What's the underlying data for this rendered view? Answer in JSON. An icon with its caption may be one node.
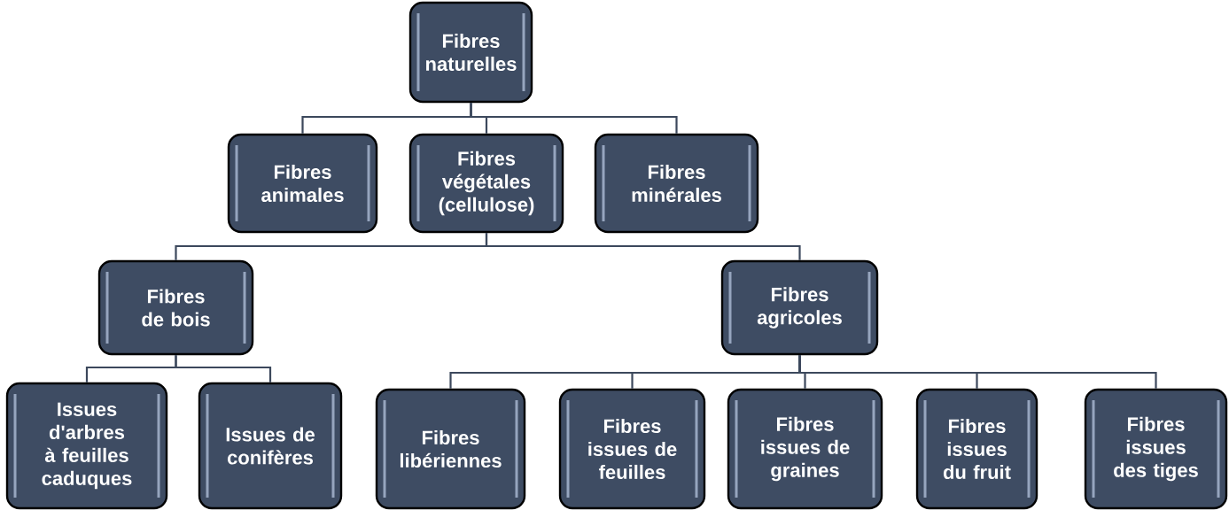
{
  "diagram": {
    "nodes": [
      {
        "text": [
          "Fibres naturelles"
        ]
      },
      {
        "text": [
          "Fibres animales"
        ]
      },
      {
        "text": [
          "Fibres végétales (cellulose)"
        ]
      },
      {
        "text": [
          "Fibres minérales"
        ]
      },
      {
        "text": [
          "Fibres de bois"
        ]
      },
      {
        "text": [
          "Fibres agricoles"
        ]
      },
      {
        "text": [
          "Issues d'arbres à feuilles caduques"
        ]
      },
      {
        "text": [
          "Issues de conifères"
        ]
      },
      {
        "text": [
          "Fibres libériennes"
        ]
      },
      {
        "text": [
          "Fibres issues de feuilles"
        ]
      },
      {
        "text": [
          "Fibres issues de graines"
        ]
      },
      {
        "text": [
          "Fibres issues du fruit"
        ]
      },
      {
        "text": [
          "Fibres issues des tiges"
        ]
      }
    ],
    "edges": [
      {
        "from": 0,
        "to": 1,
        "arrow": "none"
      },
      {
        "from": 0,
        "to": 2,
        "arrow": "none"
      },
      {
        "from": 0,
        "to": 3,
        "arrow": "none"
      },
      {
        "from": 2,
        "to": 4,
        "arrow": "none"
      },
      {
        "from": 2,
        "to": 5,
        "arrow": "none"
      },
      {
        "from": 4,
        "to": 6,
        "arrow": "none"
      },
      {
        "from": 4,
        "to": 7,
        "arrow": "none"
      },
      {
        "from": 5,
        "to": 8,
        "arrow": "none"
      },
      {
        "from": 5,
        "to": 9,
        "arrow": "none"
      },
      {
        "from": 5,
        "to": 10,
        "arrow": "none"
      },
      {
        "from": 5,
        "to": 11,
        "arrow": "none"
      },
      {
        "from": 5,
        "to": 12,
        "arrow": "none"
      }
    ]
  }
}
